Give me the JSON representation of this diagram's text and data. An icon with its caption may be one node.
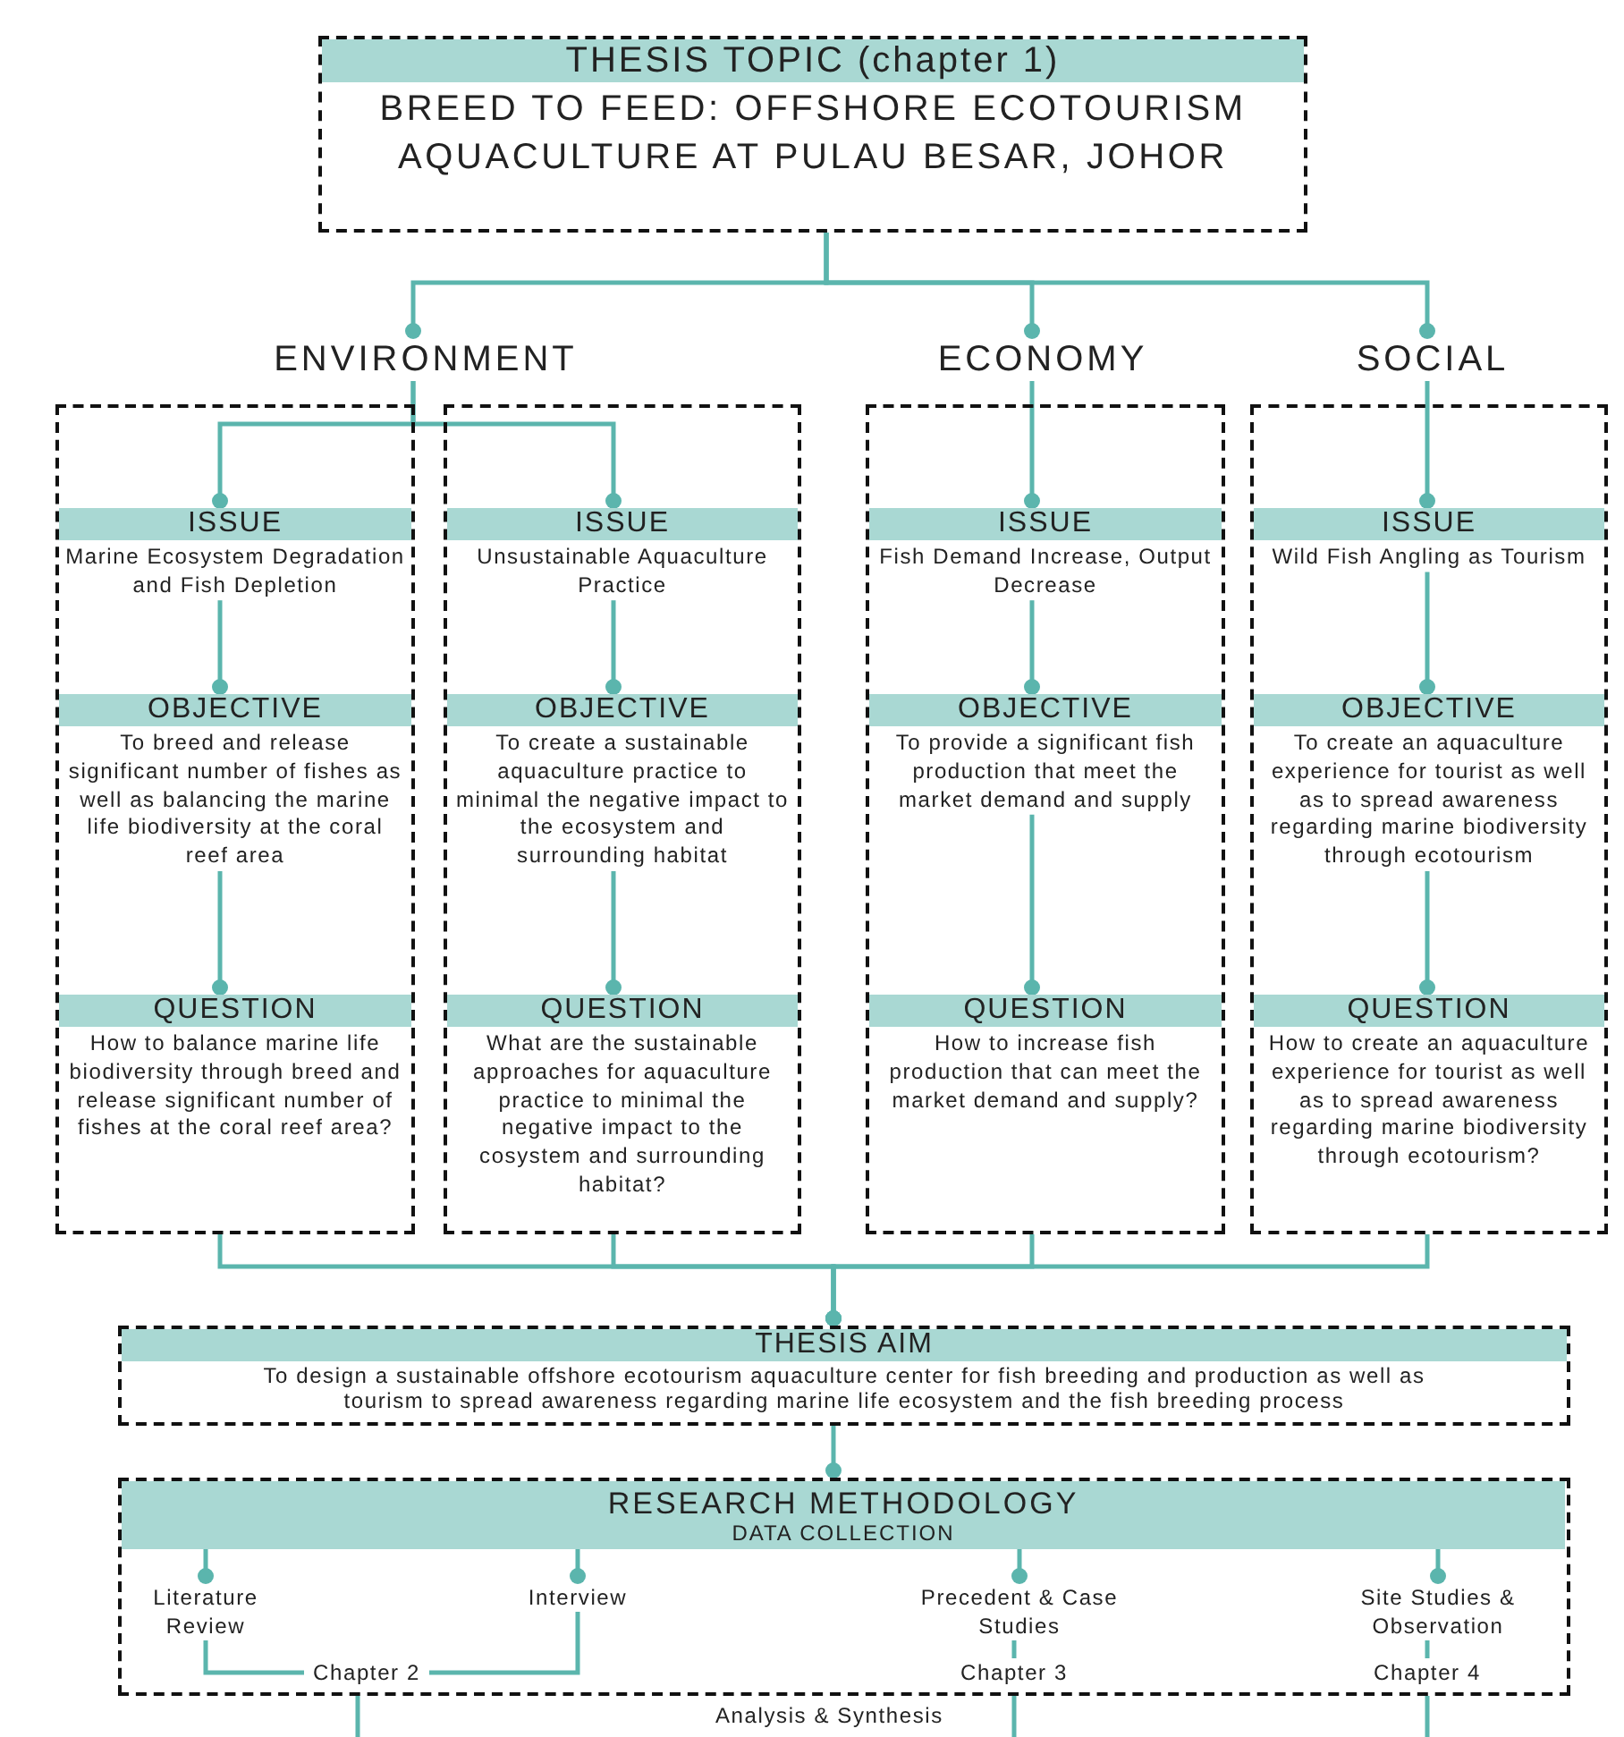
{
  "diagram": {
    "nodes": [
      {
        "text": [
          "THESIS TOPIC (chapter 1)",
          "BREED TO FEED: OFFSHORE ECOTOURISM AQUACULTURE AT PULAU BESAR, JOHOR"
        ]
      },
      {
        "text": [
          "ENVIRONMENT"
        ]
      },
      {
        "text": [
          "ECONOMY"
        ]
      },
      {
        "text": [
          "SOCIAL"
        ]
      },
      {
        "text": [],
        "shape": "box"
      },
      {
        "text": [],
        "shape": "box"
      },
      {
        "text": [],
        "shape": "box"
      },
      {
        "text": [],
        "shape": "box"
      },
      {
        "text": [
          "ISSUE",
          "Marine Ecosystem Degradation and Fish Depletion"
        ],
        "in": 4
      },
      {
        "text": [
          "OBJECTIVE",
          "To breed and release significant number of fishes as well as balancing the marine life biodiversity at the coral reef area"
        ],
        "in": 4
      },
      {
        "text": [
          "QUESTION",
          "How to balance marine life biodiversity through breed and release significant number of fishes at the coral reef area?"
        ],
        "in": 4
      },
      {
        "text": [
          "ISSUE",
          "Unsustainable Aquaculture Practice"
        ],
        "in": 5
      },
      {
        "text": [
          "OBJECTIVE",
          "To create a sustainable aquaculture practice to minimal the negative impact to the ecosystem and surrounding habitat"
        ],
        "in": 5
      },
      {
        "text": [
          "QUESTION",
          "What are the sustainable approaches for aquaculture practice to minimal the negative impact to the cosystem and surrounding habitat?"
        ],
        "in": 5
      },
      {
        "text": [
          "ISSUE",
          "Fish Demand Increase, Output Decrease"
        ],
        "in": 6
      },
      {
        "text": [
          "OBJECTIVE",
          "To provide a significant fish production that meet the market demand and supply"
        ],
        "in": 6
      },
      {
        "text": [
          "QUESTION",
          "How to increase fish production that can meet the market demand and supply?"
        ],
        "in": 6
      },
      {
        "text": [
          "ISSUE",
          "Wild Fish Angling as Tourism"
        ],
        "in": 7
      },
      {
        "text": [
          "OBJECTIVE",
          "To create an aquaculture experience for tourist as well as to spread awareness regarding marine biodiversity through ecotourism"
        ],
        "in": 7
      },
      {
        "text": [
          "QUESTION",
          "How to create an aquaculture experience for tourist as well as to spread awareness regarding marine biodiversity through ecotourism?"
        ],
        "in": 7
      },
      {
        "text": [
          "THESIS AIM",
          "To design a sustainable offshore ecotourism aquaculture center for fish breeding and production as well as tourism to spread awareness regarding marine life ecosystem and the fish breeding process"
        ]
      },
      {
        "text": [],
        "shape": "box"
      },
      {
        "text": [
          "RESEARCH METHODOLOGY",
          "DATA COLLECTION"
        ],
        "in": 21
      },
      {
        "text": [
          "Literature Review"
        ],
        "in": 21
      },
      {
        "text": [
          "Interview"
        ],
        "in": 21
      },
      {
        "text": [
          "Precedent & Case Studies"
        ],
        "in": 21
      },
      {
        "text": [
          "Site Studies & Observation"
        ],
        "in": 21
      },
      {
        "text": [
          "Chapter 2"
        ],
        "in": 21
      },
      {
        "text": [
          "Chapter 3"
        ],
        "in": 21
      },
      {
        "text": [
          "Chapter 4"
        ],
        "in": 21
      }
    ],
    "edges": [
      {
        "from": 0,
        "to": 1,
        "arrow": "other"
      },
      {
        "from": 0,
        "to": 2,
        "arrow": "other"
      },
      {
        "from": 0,
        "to": 3,
        "arrow": "other"
      },
      {
        "from": 1,
        "to": 8,
        "arrow": "other"
      },
      {
        "from": 1,
        "to": 11,
        "arrow": "other"
      },
      {
        "from": 2,
        "to": 14,
        "arrow": "other"
      },
      {
        "from": 3,
        "to": 17,
        "arrow": "other"
      },
      {
        "from": 8,
        "to": 9,
        "arrow": "other"
      },
      {
        "from": 9,
        "to": 10,
        "arrow": "other"
      },
      {
        "from": 11,
        "to": 12,
        "arrow": "other"
      },
      {
        "from": 12,
        "to": 13,
        "arrow": "other"
      },
      {
        "from": 14,
        "to": 15,
        "arrow": "other"
      },
      {
        "from": 15,
        "to": 16,
        "arrow": "other"
      },
      {
        "from": 17,
        "to": 18,
        "arrow": "other"
      },
      {
        "from": 18,
        "to": 19,
        "arrow": "other"
      },
      {
        "from": 4,
        "to": 20,
        "arrow": "other"
      },
      {
        "from": 5,
        "to": 20,
        "arrow": "other"
      },
      {
        "from": 6,
        "to": 20,
        "arrow": "other"
      },
      {
        "from": 7,
        "to": 20,
        "arrow": "other"
      },
      {
        "from": 20,
        "to": 21,
        "arrow": "other"
      },
      {
        "from": 22,
        "to": 23,
        "arrow": "other"
      },
      {
        "from": 22,
        "to": 24,
        "arrow": "other"
      },
      {
        "from": 22,
        "to": 25,
        "arrow": "other"
      },
      {
        "from": 22,
        "to": 26,
        "arrow": "other"
      },
      {
        "from": 23,
        "to": 27,
        "arrow": "none"
      },
      {
        "from": 24,
        "to": 27,
        "arrow": "none"
      },
      {
        "from": 25,
        "to": 28,
        "arrow": "none"
      },
      {
        "from": 26,
        "to": 29,
        "arrow": "none"
      },
      {
        "from": 21,
        "to": null,
        "arrow": "none"
      },
      {
        "from": 21,
        "to": null,
        "arrow": "none"
      },
      {
        "from": 21,
        "to": null,
        "arrow": "none"
      }
    ],
    "labels": [
      "Analysis & Synthesis"
    ]
  }
}
